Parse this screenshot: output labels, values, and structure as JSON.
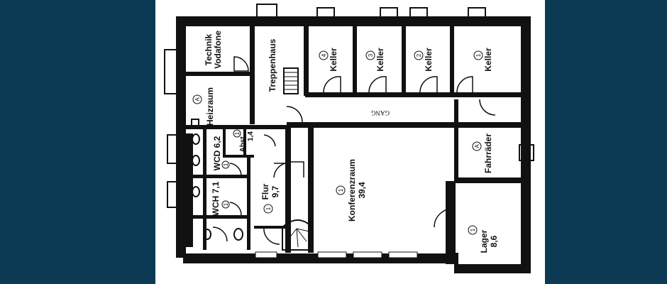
{
  "rooms": {
    "technik": {
      "line1": "Technik",
      "line2": "Vodafone"
    },
    "heizraum": {
      "marker": "A",
      "name": "Heizraum"
    },
    "treppenhaus": {
      "name": "Treppenhaus"
    },
    "keller4": {
      "marker": "4",
      "name": "Keller"
    },
    "keller3": {
      "marker": "3",
      "name": "Keller"
    },
    "keller2": {
      "marker": "2",
      "name": "Keller"
    },
    "keller1": {
      "marker": "1",
      "name": "Keller"
    },
    "gang": {
      "name": "GANG"
    },
    "fahrraeder": {
      "marker": "A",
      "name": "Fahrräder"
    },
    "abst": {
      "marker": "1",
      "name": "Abst.",
      "area": "1,4"
    },
    "wcd": {
      "marker": "1",
      "name": "WCD 6,2"
    },
    "wch": {
      "marker": "1",
      "name": "WCH 7,1"
    },
    "flur": {
      "marker": "1",
      "name": "Flur",
      "area": "9,7"
    },
    "konferenz": {
      "marker": "1",
      "name": "Konferenzraum",
      "area": "39,4"
    },
    "lager": {
      "marker": "1",
      "name": "Lager",
      "area": "8,6"
    }
  }
}
